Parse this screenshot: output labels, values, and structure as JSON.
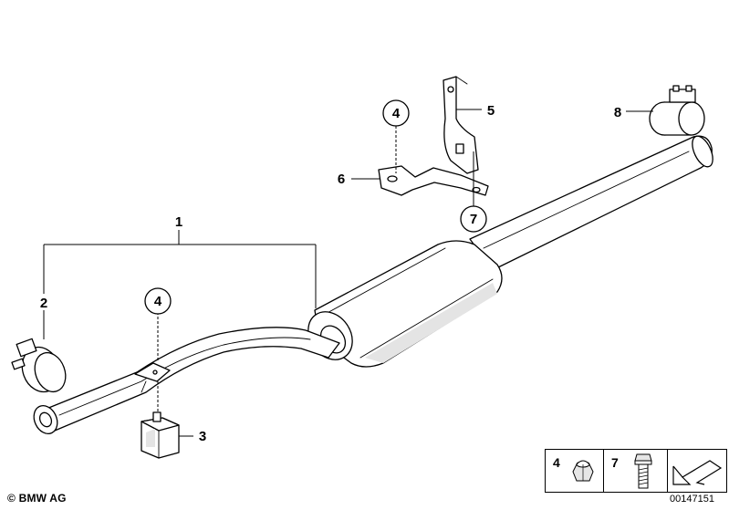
{
  "callouts": {
    "c1": "1",
    "c2": "2",
    "c3": "3",
    "c4a": "4",
    "c4b": "4",
    "c5": "5",
    "c6": "6",
    "c7": "7",
    "c8": "8"
  },
  "legend": {
    "item_a": "4",
    "item_b": "7"
  },
  "footer": {
    "copyright": "© BMW AG",
    "part_number": "00147151"
  },
  "icons": {
    "legend_a": "hex-nut-icon",
    "legend_b": "bolt-icon",
    "legend_c": "direction-arrow-icon"
  }
}
